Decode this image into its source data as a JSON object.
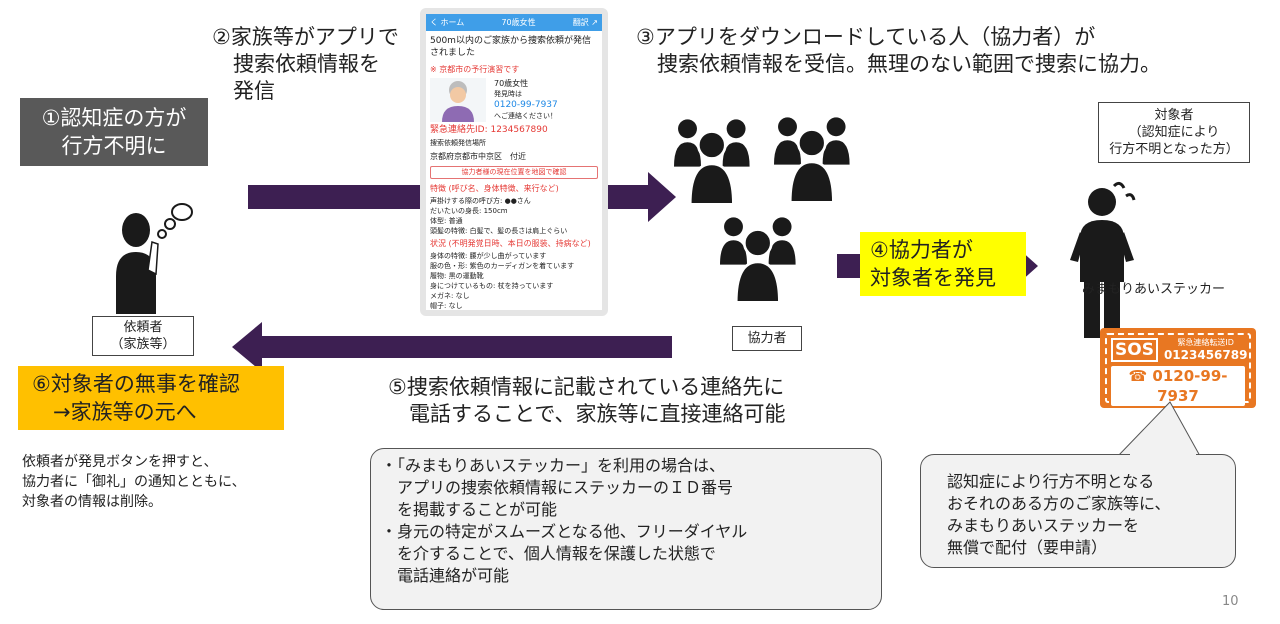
{
  "steps": {
    "s1": "①認知症の方が\n行方不明に",
    "s2": "②家族等がアプリで\n　捜索依頼情報を\n　発信",
    "s3": "③アプリをダウンロードしている人（協力者）が\n　捜索依頼情報を受信。無理のない範囲で捜索に協力。",
    "s4": "④協力者が\n対象者を発見",
    "s5": "⑤捜索依頼情報に記載されている連絡先に\n　電話することで、家族等に直接連絡可能",
    "s6": "⑥対象者の無事を確認\n　→家族等の元へ"
  },
  "labels": {
    "requester": "依頼者\n（家族等）",
    "cooperator": "協力者",
    "target": "対象者\n（認知症により\n行方不明となった方）",
    "sticker_caption": "みまもりあいステッカー"
  },
  "notes": {
    "left": "依頼者が発見ボタンを押すと、\n協力者に「御礼」の通知とともに、\n対象者の情報は削除。",
    "middle": "・「みまもりあいステッカー」を利用の場合は、\n　アプリの捜索依頼情報にステッカーのＩＤ番号\n　を掲載することが可能\n・身元の特定がスムーズとなる他、フリーダイヤル\n　を介することで、個人情報を保護した状態で\n　電話連絡が可能",
    "right": "認知症により行方不明となる\nおそれのある方のご家族等に、\nみまもりあいステッカーを\n無償で配付（要申請）"
  },
  "phone": {
    "back": "く ホーム",
    "title": "70歳女性",
    "action": "翻訳 ↗",
    "headline": "500m以内のご家族から捜索依頼が発信されました",
    "org": "※ 京都市の予行演習です",
    "person": "70歳女性",
    "person_sub": "発見時は",
    "phone_no": "0120-99-7937",
    "call": "へご連絡ください！",
    "emergency_id": "緊急連絡先ID: 1234567890",
    "place_label": "捜索依頼発信場所",
    "place": "京都府京都市中京区　付近",
    "map_button": "協力者様の現在位置を地図で確認",
    "feature_head": "特徴 (呼び名、身体特徴、来行など)",
    "features": "声掛けする際の呼び方: ●●さん\nだいたいの身長: 150cm\n体型: 普通\n頭髪の特徴: 白髪で、髪の長さは肩上ぐらい",
    "status_head": "状況 (不明発覚日時、本日の服装、持病など)",
    "status": "身体の特徴: 腰が少し曲がっています\n服の色・形: 紫色のカーディガンを着ています\n履物: 黒の運動靴\n身につけているもの: 杖を持っています\nメガネ: なし\n帽子: なし"
  },
  "sticker": {
    "sos": "SOS",
    "id_label": "緊急連絡転送ID",
    "id": "0123456789",
    "tel": "0120-99-7937"
  },
  "page_number": "10",
  "colors": {
    "arrow": "#3d1f52",
    "silhouette": "#1a1a1a",
    "step_gray": "#595959",
    "step_yellow": "#ffff00",
    "step_orange": "#ffc000",
    "sticker": "#e87722",
    "app_header": "#3f9ee8"
  }
}
